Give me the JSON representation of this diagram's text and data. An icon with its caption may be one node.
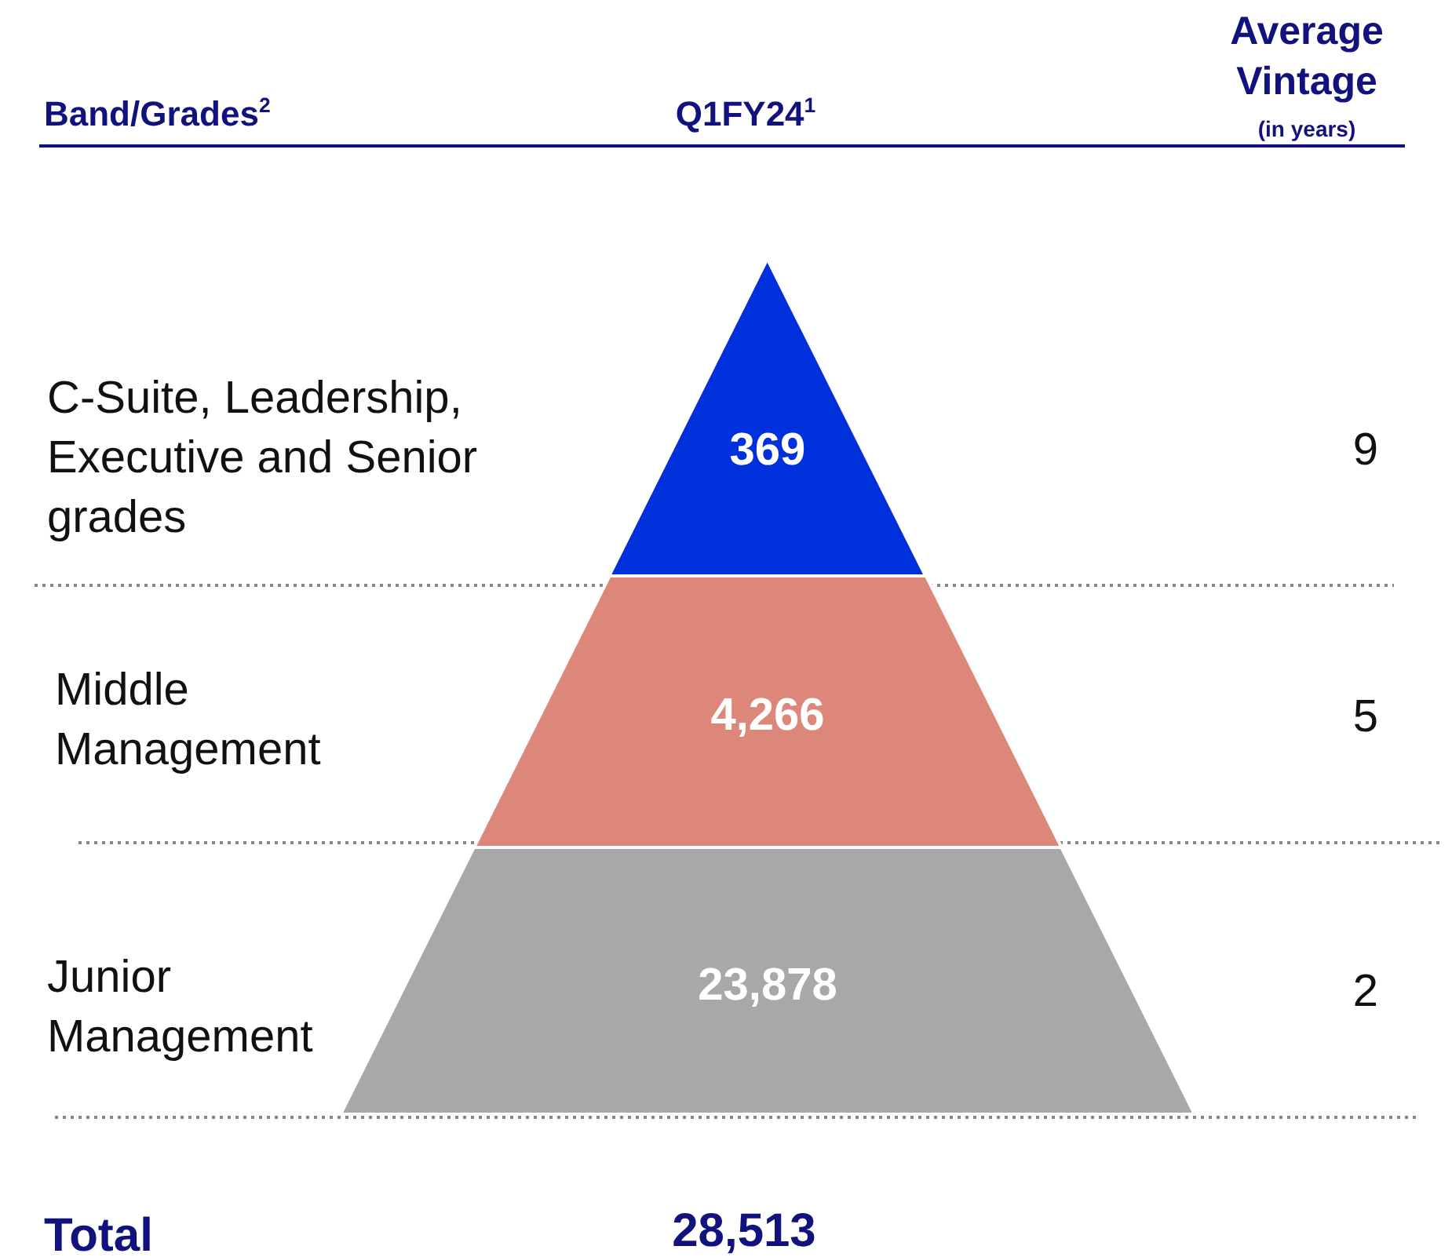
{
  "diagram": {
    "nodes": [
      {
        "text": [
          "369"
        ]
      },
      {
        "text": [
          "4,266"
        ]
      },
      {
        "text": [
          "23,878"
        ]
      }
    ],
    "labels": [
      "Band/Grades$^{2}$",
      "Q1FY24$^{1}$",
      "Average Vintage",
      "(in years)",
      "C-Suite, Leadership, Executive and Senior grades",
      "9",
      "Middle Management",
      "5",
      "Junior Management",
      "2",
      "Total",
      "28,513"
    ]
  }
}
